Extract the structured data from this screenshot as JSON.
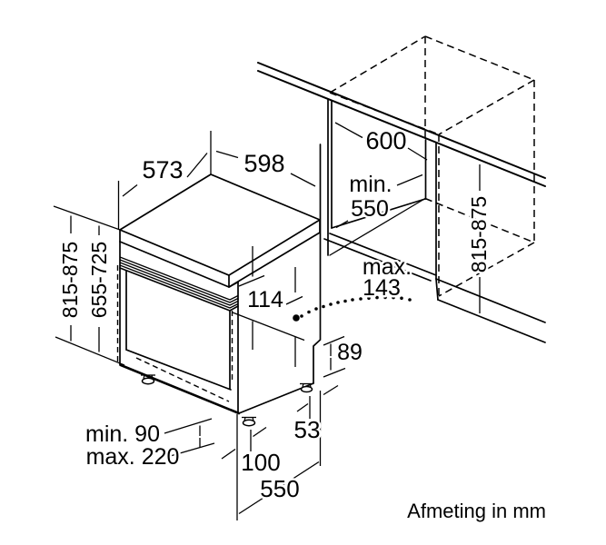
{
  "colors": {
    "ink": "#000000",
    "background": "#ffffff"
  },
  "caption": "Afmeting in mm",
  "dimensions": {
    "top_depth": "573",
    "top_width": "598",
    "niche_depth": "600",
    "niche_min_label": "min.",
    "niche_min_value": "550",
    "height_range_left": "815-875",
    "door_panel_height_range": "655-725",
    "height_range_right": "815-875",
    "control_panel_height": "114",
    "pivot_max_label": "max.",
    "pivot_max_value": "143",
    "rear_recess_height": "89",
    "plinth_min": "min. 90",
    "plinth_max": "max. 220",
    "front_foot_offset": "100",
    "rear_foot_offset": "53",
    "base_depth": "550"
  }
}
